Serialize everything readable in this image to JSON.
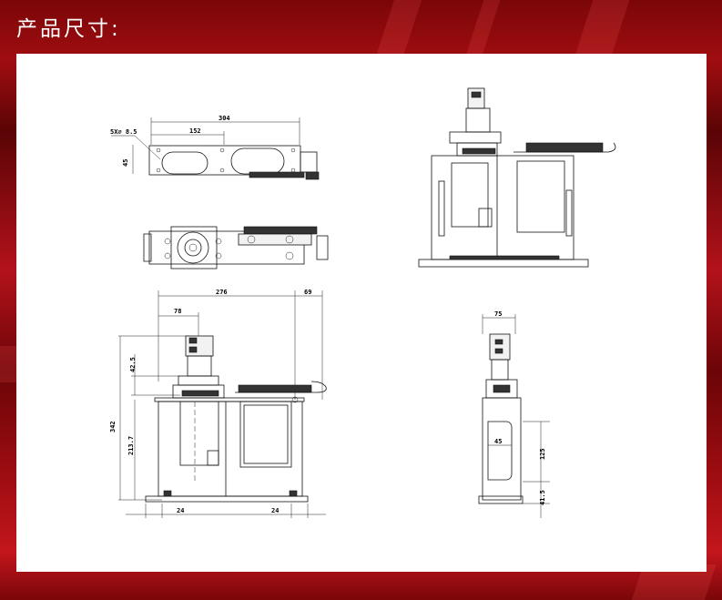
{
  "header": {
    "title": "产品尺寸:"
  },
  "dims": {
    "top_304": "304",
    "top_152": "152",
    "hole_spec": "5X⌀ 8.5",
    "top_45": "45",
    "front_276": "276",
    "front_69": "69",
    "front_78": "78",
    "front_42_5": "42.5",
    "front_342": "342",
    "front_213_7": "213.7",
    "front_24_left": "24",
    "front_24_right": "24",
    "side_75": "75",
    "side_45": "45",
    "side_125": "125",
    "side_41_5": "41.5"
  },
  "colors": {
    "panel": "#ffffff",
    "accent": "#b3121a",
    "line": "#111111"
  }
}
